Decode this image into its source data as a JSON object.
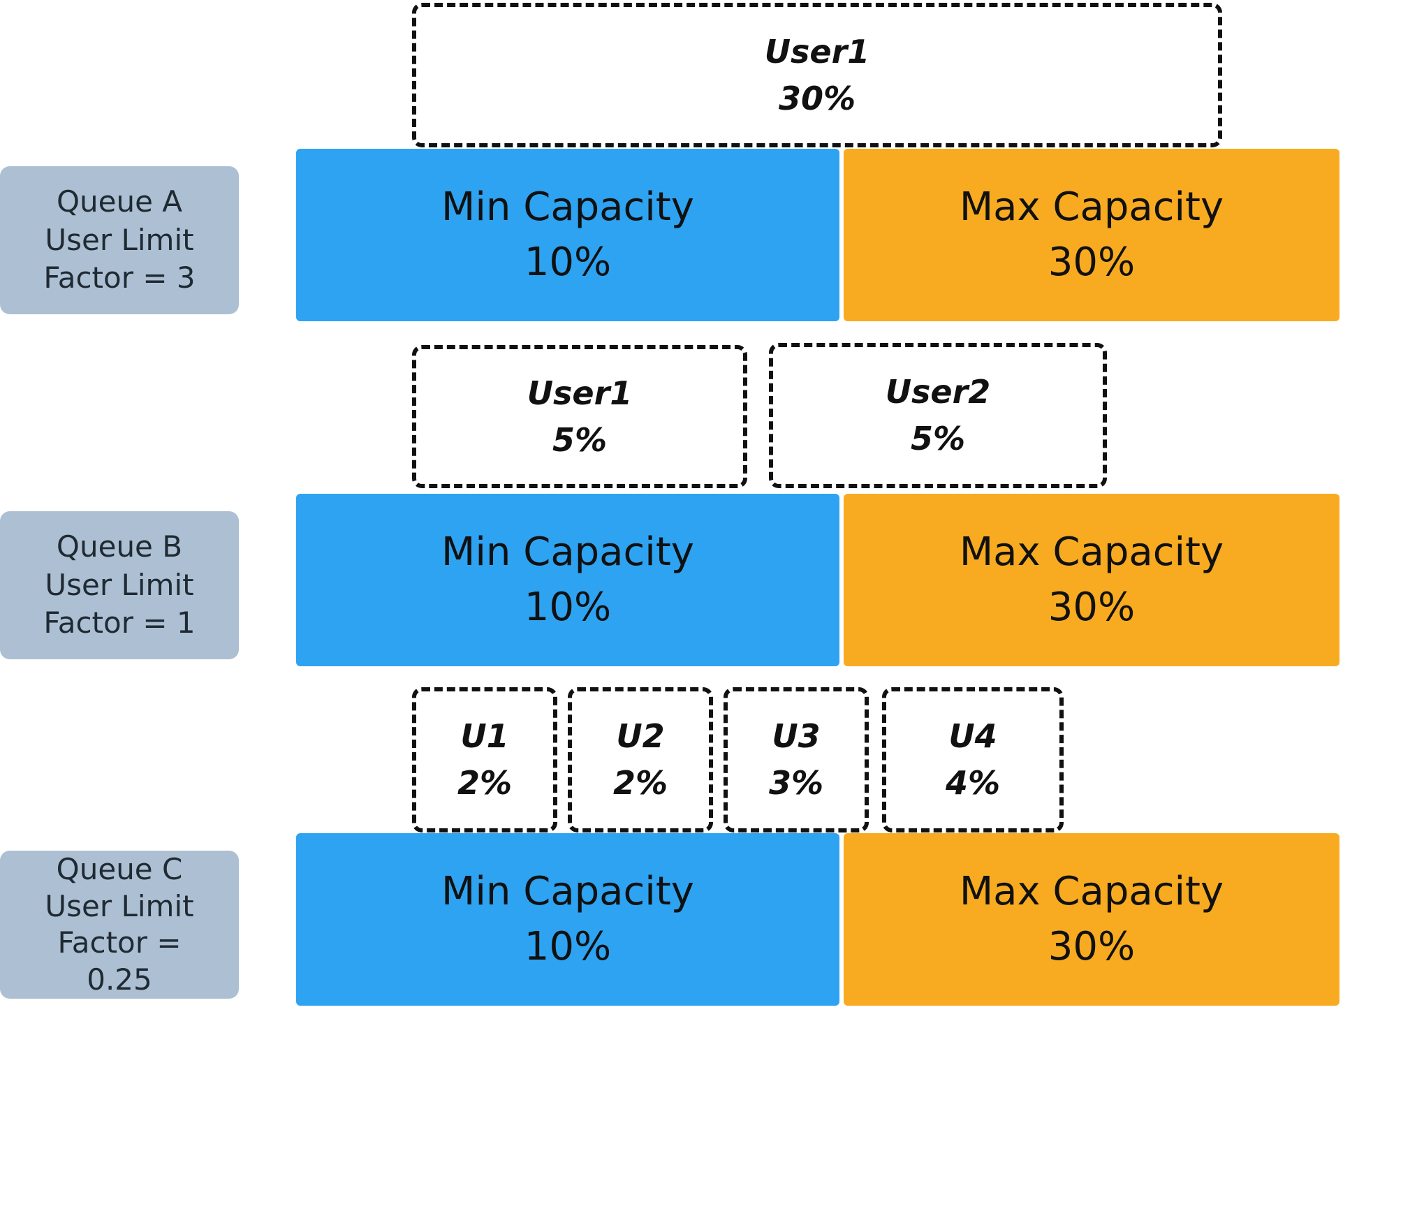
{
  "colors": {
    "min": "#2ea3f2",
    "max": "#f8ab20",
    "label_bg": "#adc0d3",
    "border": "#111111"
  },
  "queues": [
    {
      "label": [
        "Queue A",
        "User Limit",
        "Factor = 3"
      ],
      "min": {
        "title": "Min Capacity",
        "value": "10%"
      },
      "max": {
        "title": "Max Capacity",
        "value": "30%"
      },
      "users": [
        {
          "name": "User1",
          "share": "30%"
        }
      ]
    },
    {
      "label": [
        "Queue B",
        "User Limit",
        "Factor = 1"
      ],
      "min": {
        "title": "Min Capacity",
        "value": "10%"
      },
      "max": {
        "title": "Max Capacity",
        "value": "30%"
      },
      "users": [
        {
          "name": "User1",
          "share": "5%"
        },
        {
          "name": "User2",
          "share": "5%"
        }
      ]
    },
    {
      "label": [
        "Queue C",
        "User Limit",
        "Factor =",
        "0.25"
      ],
      "min": {
        "title": "Min Capacity",
        "value": "10%"
      },
      "max": {
        "title": "Max Capacity",
        "value": "30%"
      },
      "users": [
        {
          "name": "U1",
          "share": "2%"
        },
        {
          "name": "U2",
          "share": "2%"
        },
        {
          "name": "U3",
          "share": "3%"
        },
        {
          "name": "U4",
          "share": "4%"
        }
      ]
    }
  ]
}
